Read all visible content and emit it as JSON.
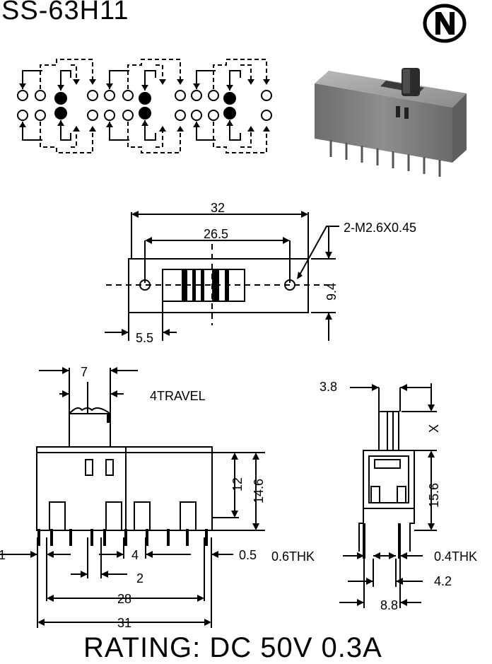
{
  "title": "SS-63H11",
  "logo_letter": "N",
  "rating": "RATING: DC 50V 0.3A",
  "top_view": {
    "overall_width": "32",
    "hole_spacing": "26.5",
    "mount_screw": "2-M2.6X0.45",
    "height": "9.4",
    "edge_offset": "5.5"
  },
  "front_view": {
    "knob_width": "7",
    "travel": "4TRAVEL",
    "body_height": "12",
    "overall_height": "14.6",
    "left_margin": "1",
    "pin_pitch": "4",
    "right_margin": "0.5",
    "pin_offset": "2",
    "pin_span": "28",
    "overall_length": "31"
  },
  "side_view": {
    "knob_width": "3.8",
    "knob_height": "X",
    "body_height": "15.6",
    "left_pin_thickness": "0.6THK",
    "right_pin_thickness": "0.4THK",
    "pin_center": "4.2",
    "pin_span": "8.8"
  },
  "colors": {
    "ink": "#000000",
    "photo_body": "#8a8a8a",
    "photo_dark": "#4a4a4a"
  }
}
